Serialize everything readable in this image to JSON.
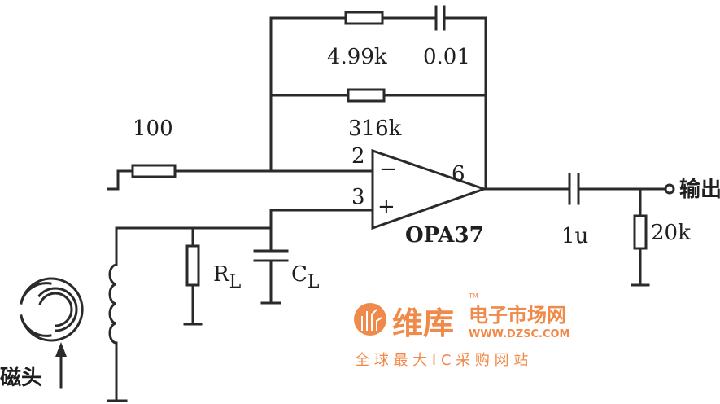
{
  "components": {
    "r_feedback_series": "4.99k",
    "c_feedback": "0.01",
    "r_feedback": "316k",
    "r_input": "100",
    "opamp": "OPA37",
    "pin_inv": "2",
    "pin_noninv": "3",
    "pin_out": "6",
    "minus_sign": "−",
    "plus_sign": "+",
    "r_load": "R",
    "r_load_sub": "L",
    "c_load": "C",
    "c_load_sub": "L",
    "c_out": "1u",
    "r_out": "20k",
    "output_label": "输出",
    "head_label": "磁头"
  },
  "watermark": {
    "brand": "维库",
    "site_name": "电子市场网",
    "url": "WWW.DZSC.COM",
    "slogan": "全 球 最 大 I C 采 购 网 站",
    "tm": "TM",
    "color": "#f08a4a"
  },
  "colors": {
    "line": "#2a2a2a",
    "watermark": "#f08a4a"
  }
}
